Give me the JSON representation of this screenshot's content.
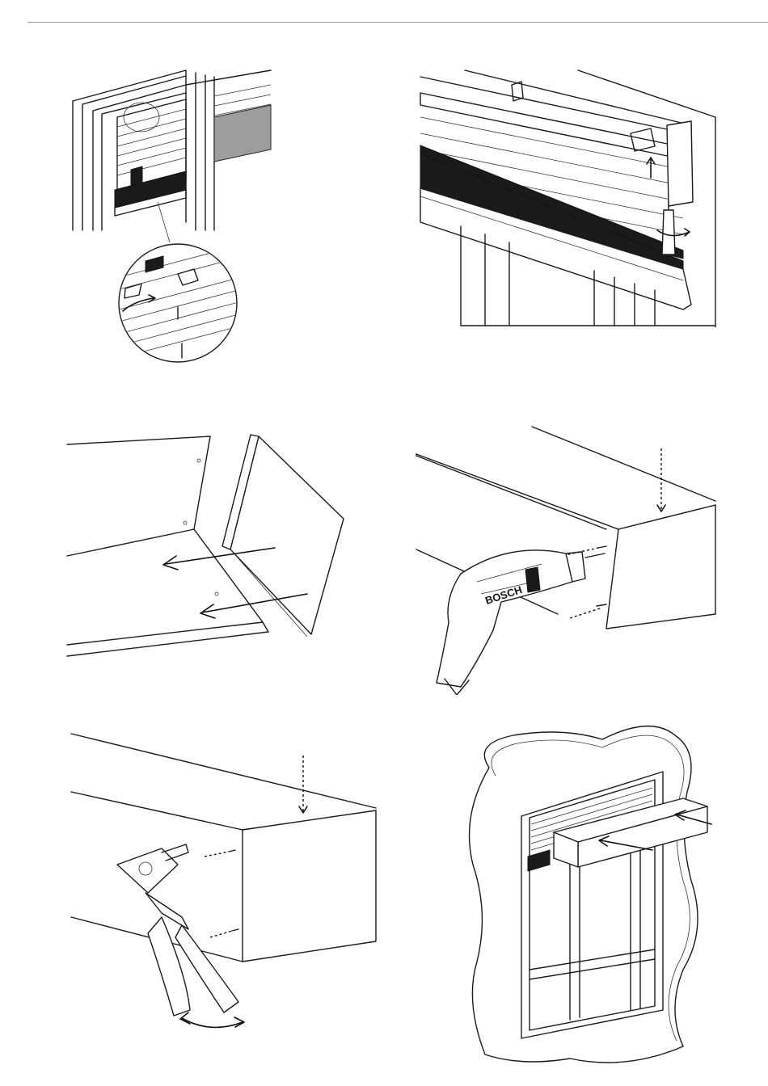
{
  "page": {
    "header_rule": true
  },
  "figures": [
    {
      "id": "step-1",
      "subject": "blind-removal-with-detail"
    },
    {
      "id": "step-2",
      "subject": "bracket-release-with-screwdriver"
    },
    {
      "id": "step-3",
      "subject": "cover-end-cap-insertion"
    },
    {
      "id": "step-4",
      "subject": "drilling-end-cap"
    },
    {
      "id": "step-5",
      "subject": "riveting-end-cap"
    },
    {
      "id": "step-6",
      "subject": "cover-mounted-on-window"
    }
  ],
  "drill": {
    "brand_text": "BOSCH"
  }
}
